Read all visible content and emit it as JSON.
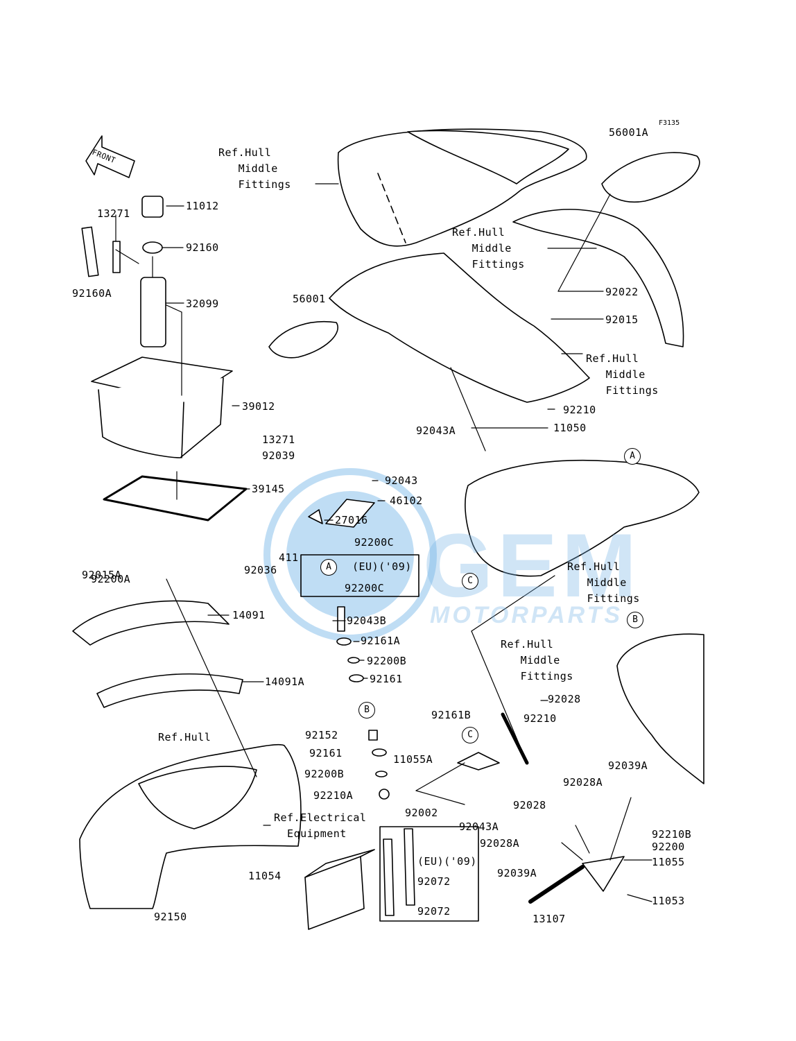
{
  "figure_code": "F3135",
  "front_label": "FRONT",
  "watermark": {
    "big": "GEM",
    "small": "MOTORPARTS"
  },
  "refs": {
    "hull_middle": "Ref.Hull\n   Middle\n   Fittings",
    "hull": "Ref.Hull",
    "electrical": "Ref.Electrical\n  Equipment"
  },
  "eu09": "(EU)('09)",
  "markers": {
    "a": "A",
    "b": "B",
    "c": "C"
  },
  "parts": {
    "p56001A": "56001A",
    "p11012": "11012",
    "p13271a": "13271",
    "p92160": "92160",
    "p92160A": "92160A",
    "p32099": "32099",
    "p56001": "56001",
    "p39012": "39012",
    "p13271b": "13271",
    "p92039": "92039",
    "p39145": "39145",
    "p92022": "92022",
    "p92015": "92015",
    "p92210a": "92210",
    "p11050": "11050",
    "p92043A": "92043A",
    "p92043": "92043",
    "p46102": "46102",
    "p27016": "27016",
    "p92036": "92036",
    "p411": "411",
    "p92200C1": "92200C",
    "p92200C2": "92200C",
    "p92015A": "92015A",
    "p92200A": "92200A",
    "p14091": "14091",
    "p14091A": "14091A",
    "p92043B": "92043B",
    "p92161A": "92161A",
    "p92200B1": "92200B",
    "p92161a": "92161",
    "p92028a": "92028",
    "p92161B": "92161B",
    "p92210b": "92210",
    "p92152": "92152",
    "p92161b": "92161",
    "p11055A": "11055A",
    "p92200B2": "92200B",
    "p92210A": "92210A",
    "p92028b": "92028",
    "p92039A1": "92039A",
    "p92028A1": "92028A",
    "p92002": "92002",
    "p92043A2": "92043A",
    "p92210B": "92210B",
    "p92028A2": "92028A",
    "p92200": "92200",
    "p11055": "11055",
    "p92039A2": "92039A",
    "p11053": "11053",
    "p11054": "11054",
    "p92150": "92150",
    "p92072a": "92072",
    "p92072b": "92072",
    "p13107": "13107"
  }
}
